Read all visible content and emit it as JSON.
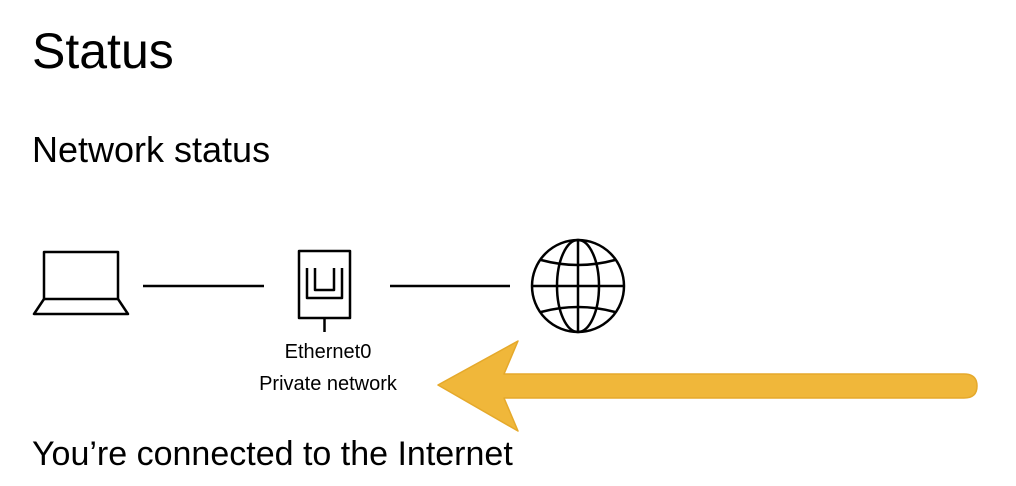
{
  "page": {
    "title": "Status"
  },
  "network_status": {
    "heading": "Network status",
    "diagram": {
      "device_icon": "laptop-icon",
      "adapter_icon": "ethernet-port-icon",
      "internet_icon": "globe-icon",
      "adapter_name": "Ethernet0",
      "network_profile": "Private network"
    },
    "connection_message": "You’re connected to the Internet"
  },
  "annotation": {
    "icon": "arrow-left-icon",
    "color": "#F0B73A"
  }
}
